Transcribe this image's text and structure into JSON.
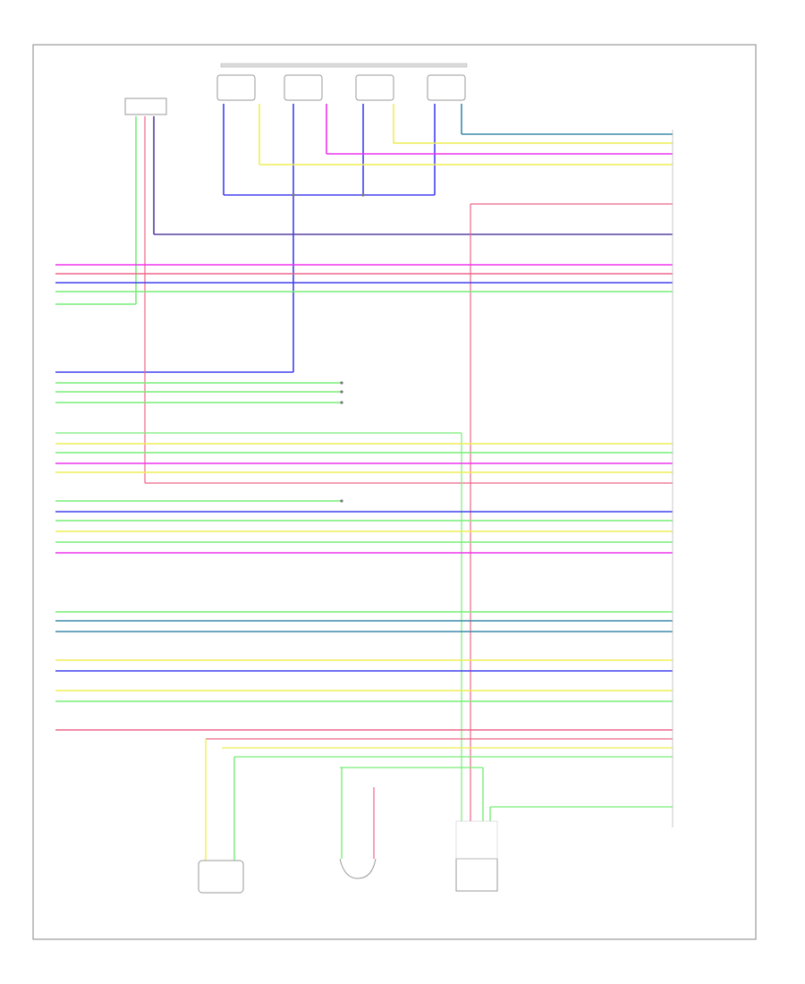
{
  "diagram": {
    "footer_code": "",
    "module": {
      "name": "",
      "pin_labels": []
    },
    "components": [
      {
        "id": "top-sensor-group",
        "label": ""
      },
      {
        "id": "left-top-sensor",
        "label": ""
      },
      {
        "id": "bottom-sensor-a",
        "label": ""
      },
      {
        "id": "bottom-sensor-b",
        "label": ""
      },
      {
        "id": "bottom-connector-c",
        "label": ""
      }
    ],
    "colors": {
      "magenta": "#ee33ee",
      "yellow": "#eeee55",
      "blue": "#4040ee",
      "green": "#77ee77",
      "purple": "#5a3ea0",
      "pink": "#ee6688",
      "teal": "#3a8aa8",
      "frame": "#999999"
    }
  }
}
